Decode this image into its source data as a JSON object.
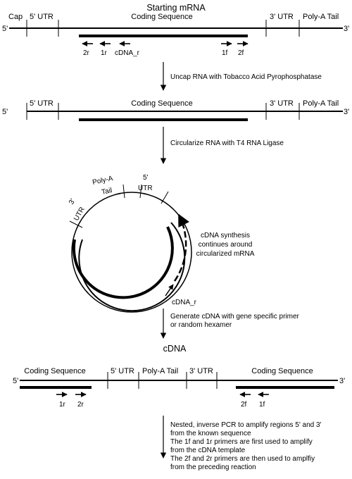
{
  "stage1": {
    "title": "Starting mRNA",
    "end5": "5'",
    "end3": "3'",
    "cap": "Cap",
    "utr5": "5' UTR",
    "coding": "Coding Sequence",
    "utr3": "3' UTR",
    "polya": "Poly-A Tail",
    "primers": {
      "p2r": "2r",
      "p1r": "1r",
      "cdna_r": "cDNA_r",
      "p1f": "1f",
      "p2f": "2f"
    }
  },
  "step1": "Uncap RNA with Tobacco Acid Pyrophosphatase",
  "stage2": {
    "end5": "5'",
    "end3": "3'",
    "utr5": "5' UTR",
    "coding": "Coding Sequence",
    "utr3": "3' UTR",
    "polya": "Poly-A Tail"
  },
  "step2": "Circularize RNA with T4 RNA Ligase",
  "circle": {
    "utr3_a": "3'",
    "utr3_b": "UTR",
    "polya_a": "Poly-A",
    "polya_b": "Tail",
    "utr5_a": "5'",
    "utr5_b": "UTR",
    "synthesis": [
      "cDNA synthesis",
      "continues around",
      "circularized mRNA"
    ],
    "cdna_r": "cDNA_r"
  },
  "step3": [
    "Generate cDNA with gene specific primer",
    "or random hexamer"
  ],
  "stage3": {
    "title": "cDNA",
    "end5": "5'",
    "end3": "3'",
    "coding_left": "Coding Sequence",
    "utr5": "5' UTR",
    "polya": "Poly-A Tail",
    "utr3": "3' UTR",
    "coding_right": "Coding Sequence",
    "primers": {
      "p1r": "1r",
      "p2r": "2r",
      "p2f": "2f",
      "p1f": "1f"
    }
  },
  "step4": [
    "Nested, inverse PCR to amplify regions 5' and 3'",
    "from the known sequence",
    "The 1f and 1r primers are first used to amplify",
    "from the cDNA template",
    "The 2f and 2r primers are then used to amplfiy",
    "from the preceding reaction"
  ]
}
